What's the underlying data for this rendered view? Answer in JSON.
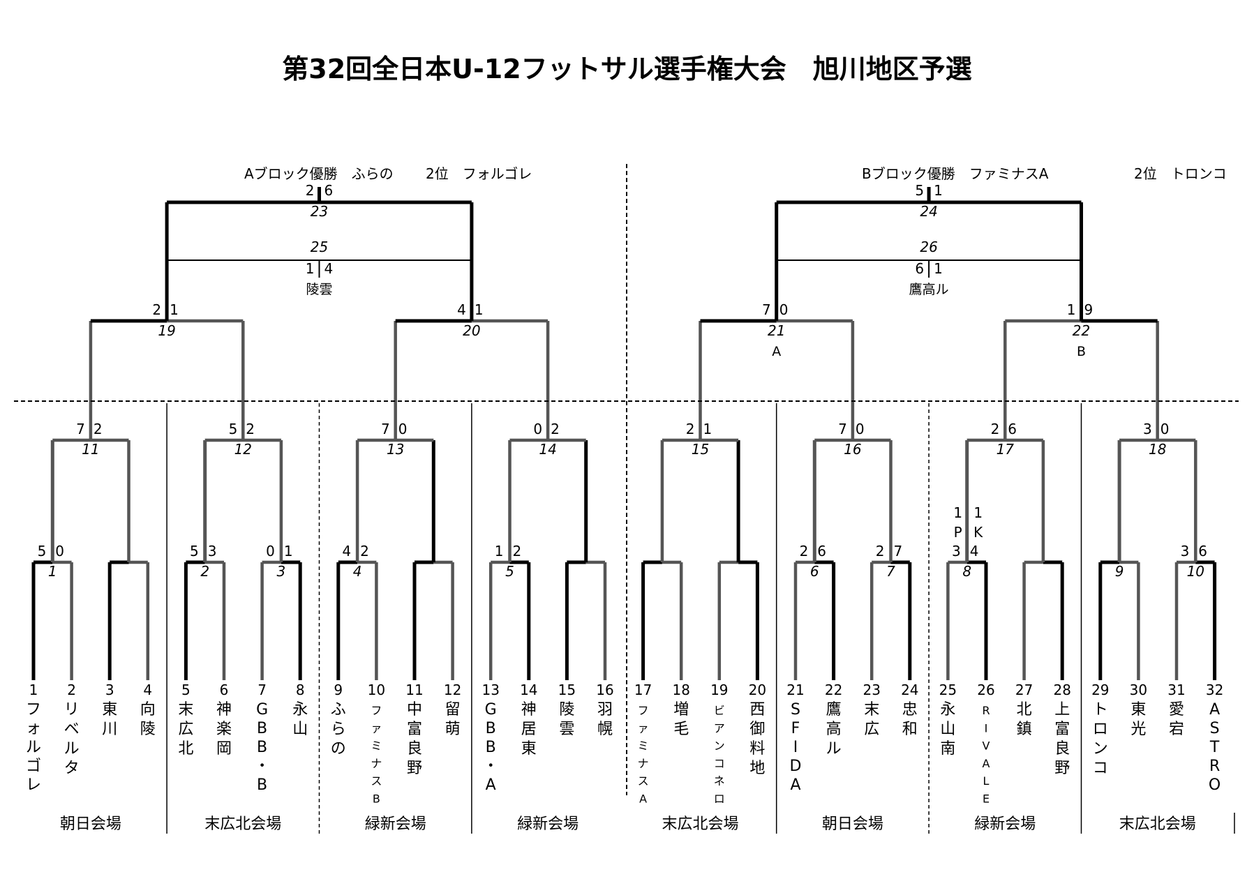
{
  "title": "第32回全日本U-12フットサル選手権大会　旭川地区予選",
  "blockA": {
    "label": "Aブロック優勝　ふらの",
    "second": "2位　フォルゴレ"
  },
  "blockB": {
    "label": "Bブロック優勝　ファミナスA",
    "second": "2位　トロンコ"
  },
  "teams": [
    {
      "seed": "1",
      "name": "フォルゴレ"
    },
    {
      "seed": "2",
      "name": "リベルタ"
    },
    {
      "seed": "3",
      "name": "東川"
    },
    {
      "seed": "4",
      "name": "向陵"
    },
    {
      "seed": "5",
      "name": "末広北"
    },
    {
      "seed": "6",
      "name": "神楽岡"
    },
    {
      "seed": "7",
      "name": "GBB・B"
    },
    {
      "seed": "8",
      "name": "永山"
    },
    {
      "seed": "9",
      "name": "ふらの"
    },
    {
      "seed": "10",
      "name": "ファミナスB"
    },
    {
      "seed": "11",
      "name": "中富良野"
    },
    {
      "seed": "12",
      "name": "留萌"
    },
    {
      "seed": "13",
      "name": "GBB・A"
    },
    {
      "seed": "14",
      "name": "神居東"
    },
    {
      "seed": "15",
      "name": "陵雲"
    },
    {
      "seed": "16",
      "name": "羽幌"
    },
    {
      "seed": "17",
      "name": "ファミナスA"
    },
    {
      "seed": "18",
      "name": "増毛"
    },
    {
      "seed": "19",
      "name": "ビアンコネロ"
    },
    {
      "seed": "20",
      "name": "西御料地"
    },
    {
      "seed": "21",
      "name": "SFIDA"
    },
    {
      "seed": "22",
      "name": "鷹高ル"
    },
    {
      "seed": "23",
      "name": "末広"
    },
    {
      "seed": "24",
      "name": "忠和"
    },
    {
      "seed": "25",
      "name": "永山南"
    },
    {
      "seed": "26",
      "name": "RIVALE"
    },
    {
      "seed": "27",
      "name": "北鎮"
    },
    {
      "seed": "28",
      "name": "上富良野"
    },
    {
      "seed": "29",
      "name": "トロンコ"
    },
    {
      "seed": "30",
      "name": "東光"
    },
    {
      "seed": "31",
      "name": "愛宕"
    },
    {
      "seed": "32",
      "name": "ASTRO"
    }
  ],
  "matches_r1": [
    {
      "no": "1",
      "sl": "5",
      "sr": "0",
      "winner": "left"
    },
    {
      "no": "",
      "sl": "",
      "sr": "",
      "winner": "left"
    },
    {
      "no": "2",
      "sl": "5",
      "sr": "3",
      "winner": "left"
    },
    {
      "no": "3",
      "sl": "0",
      "sr": "1",
      "winner": "right"
    },
    {
      "no": "4",
      "sl": "4",
      "sr": "2",
      "winner": "left"
    },
    {
      "no": "",
      "sl": "",
      "sr": "",
      "winner": "left"
    },
    {
      "no": "5",
      "sl": "1",
      "sr": "2",
      "winner": "right"
    },
    {
      "no": "",
      "sl": "",
      "sr": "",
      "winner": "left"
    },
    {
      "no": "",
      "sl": "",
      "sr": "",
      "winner": "left"
    },
    {
      "no": "",
      "sl": "",
      "sr": "",
      "winner": "right"
    },
    {
      "no": "6",
      "sl": "2",
      "sr": "6",
      "winner": "right"
    },
    {
      "no": "7",
      "sl": "2",
      "sr": "7",
      "winner": "right"
    },
    {
      "no": "8",
      "sl": "3",
      "sr": "4",
      "winner": "right",
      "pk_left": "1\nP",
      "pk_right": "1\nK"
    },
    {
      "no": "",
      "sl": "",
      "sr": "",
      "winner": "right"
    },
    {
      "no": "9",
      "sl": "",
      "sr": "",
      "winner": "left"
    },
    {
      "no": "10",
      "sl": "3",
      "sr": "6",
      "winner": "right"
    }
  ],
  "matches_r2": [
    {
      "no": "11",
      "sl": "7",
      "sr": "2"
    },
    {
      "no": "12",
      "sl": "5",
      "sr": "2"
    },
    {
      "no": "13",
      "sl": "7",
      "sr": "0"
    },
    {
      "no": "14",
      "sl": "0",
      "sr": "2"
    },
    {
      "no": "15",
      "sl": "2",
      "sr": "1"
    },
    {
      "no": "16",
      "sl": "7",
      "sr": "0"
    },
    {
      "no": "17",
      "sl": "2",
      "sr": "6"
    },
    {
      "no": "18",
      "sl": "3",
      "sr": "0"
    }
  ],
  "matches_r3": [
    {
      "no": "19",
      "sl": "2",
      "sr": "1",
      "sub": ""
    },
    {
      "no": "20",
      "sl": "4",
      "sr": "1",
      "sub": ""
    },
    {
      "no": "21",
      "sl": "7",
      "sr": "0",
      "sub": "A"
    },
    {
      "no": "22",
      "sl": "1",
      "sr": "9",
      "sub": "B"
    }
  ],
  "finals": [
    {
      "no": "23",
      "sl": "2",
      "sr": "6",
      "sub": ""
    },
    {
      "no": "25",
      "sl": "1",
      "sr": "4",
      "sub": "陵雲"
    },
    {
      "no": "24",
      "sl": "5",
      "sr": "1",
      "sub": ""
    },
    {
      "no": "26",
      "sl": "6",
      "sr": "1",
      "sub": "鷹高ル"
    }
  ],
  "venues": [
    "朝日会場",
    "末広北会場",
    "緑新会場",
    "緑新会場",
    "末広北会場",
    "朝日会場",
    "緑新会場",
    "末広北会場"
  ],
  "colors": {
    "winner": "#000000",
    "loser": "#555555",
    "divider": "#000000"
  }
}
